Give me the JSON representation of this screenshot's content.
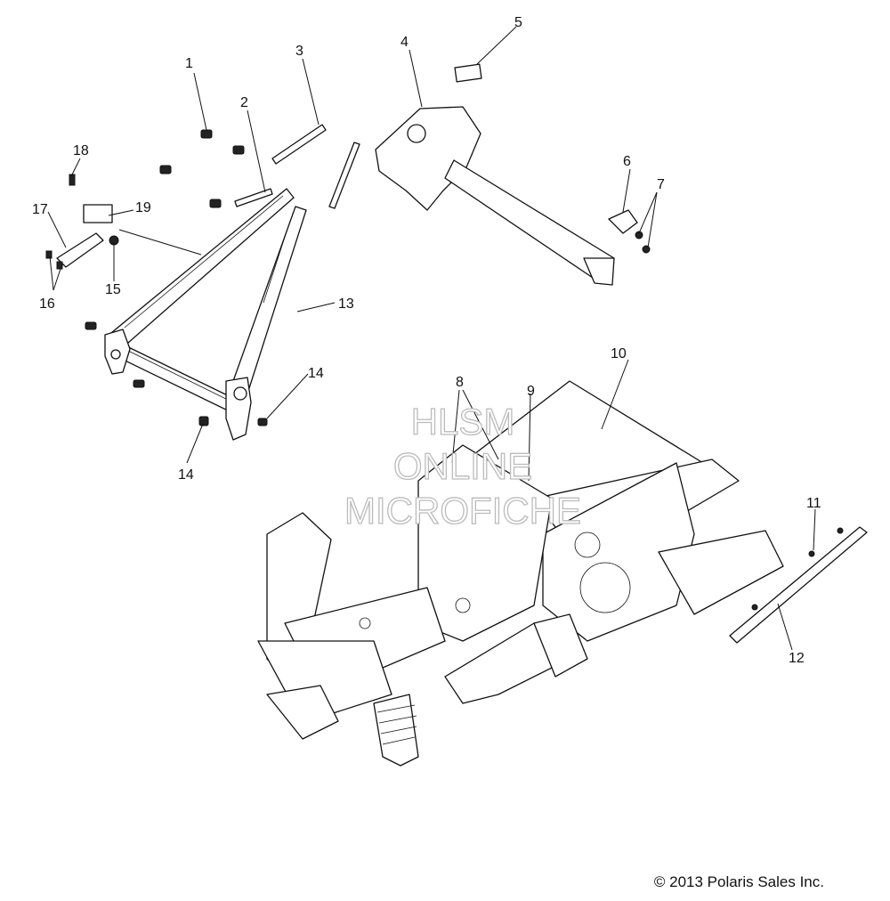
{
  "watermark": {
    "line1": "HLSM",
    "line2": "ONLINE",
    "line3": "MICROFICHE"
  },
  "copyright": "© 2013 Polaris Sales Inc.",
  "callouts": [
    "1",
    "2",
    "3",
    "4",
    "5",
    "6",
    "7",
    "8",
    "9",
    "10",
    "11",
    "12",
    "13",
    "14",
    "15",
    "16",
    "17",
    "18",
    "19"
  ]
}
